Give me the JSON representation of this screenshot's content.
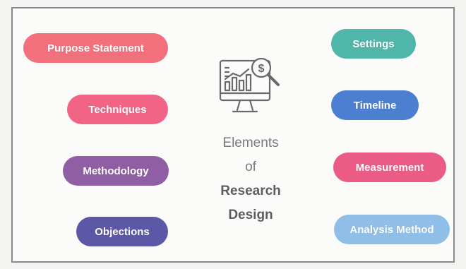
{
  "title": {
    "line1": "Elements",
    "line2": "of",
    "line3": "Research",
    "line4": "Design"
  },
  "left_items": [
    {
      "label": "Purpose Statement",
      "color": "#f2707b"
    },
    {
      "label": "Techniques",
      "color": "#f26486"
    },
    {
      "label": "Methodology",
      "color": "#8f5ea5"
    },
    {
      "label": "Objections",
      "color": "#5d57a8"
    }
  ],
  "right_items": [
    {
      "label": "Settings",
      "color": "#4fb6a9"
    },
    {
      "label": "Timeline",
      "color": "#4c7fcf"
    },
    {
      "label": "Measurement",
      "color": "#ea5c86"
    },
    {
      "label": "Analysis Method",
      "color": "#8fbfe8"
    }
  ],
  "icon": "computer-chart-dollar-magnifier-icon"
}
